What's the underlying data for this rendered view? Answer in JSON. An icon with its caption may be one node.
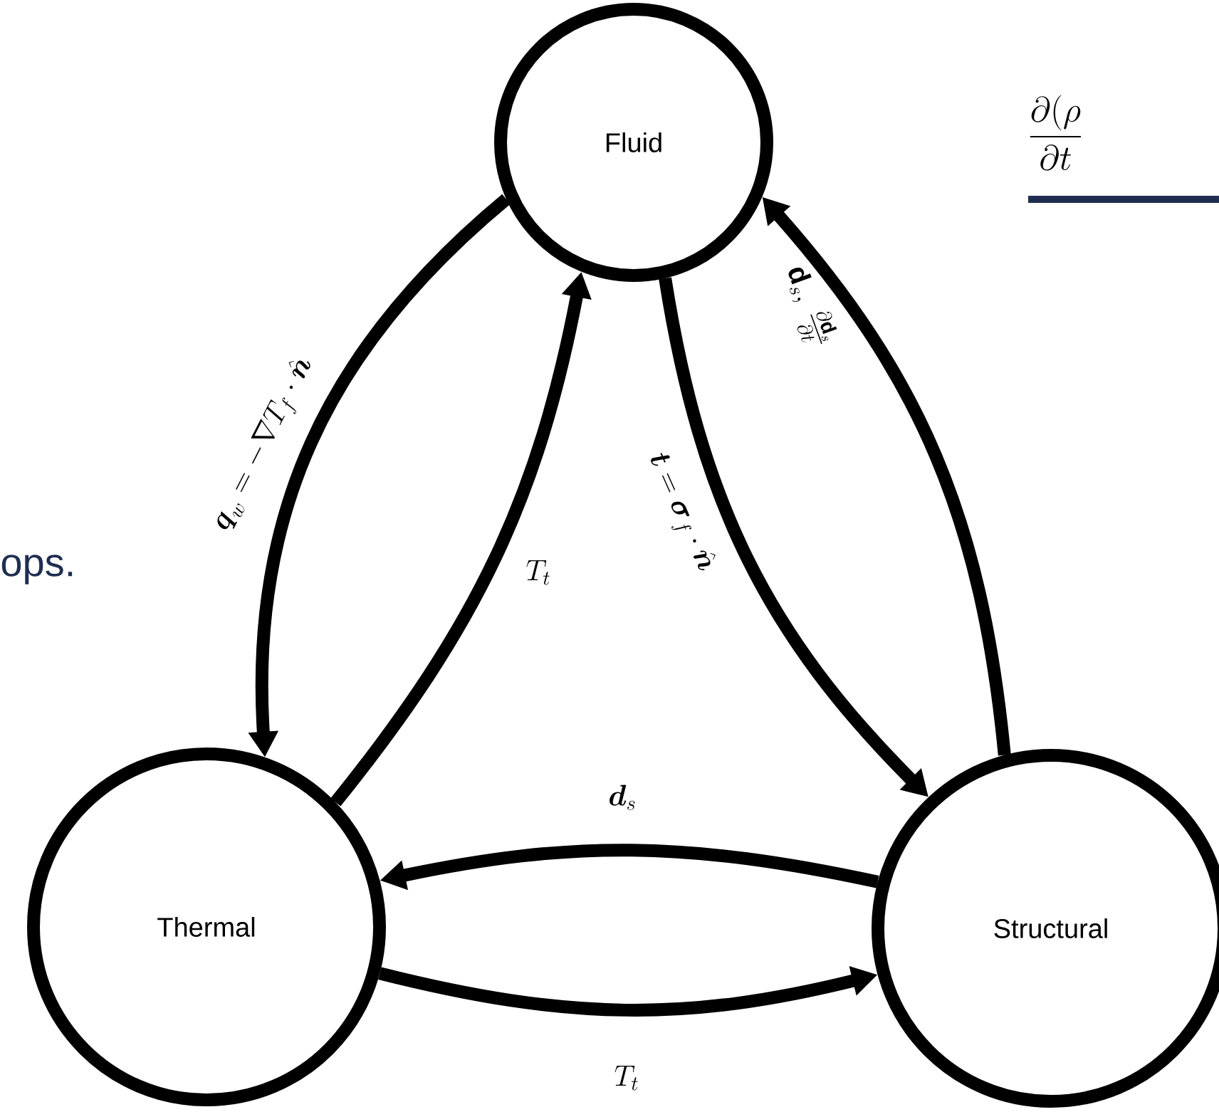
{
  "diagram": {
    "nodes": [
      {
        "text": [
          "Fluid"
        ]
      },
      {
        "text": [
          "Thermal"
        ]
      },
      {
        "text": [
          "Structural"
        ]
      }
    ],
    "edges": [
      {
        "from": 0,
        "to": 1,
        "arrow": "to",
        "label": "\\boldsymbol{q}_w = -\\nabla T_f \\cdot \\hat{\\boldsymbol{n}}"
      },
      {
        "from": 1,
        "to": 0,
        "arrow": "to",
        "label": "T_t"
      },
      {
        "from": 0,
        "to": 2,
        "arrow": "to",
        "label": "\\boldsymbol{t} = \\boldsymbol{\\sigma}_f \\cdot \\hat{\\boldsymbol{n}}"
      },
      {
        "from": 2,
        "to": 0,
        "arrow": "to",
        "label": "\\mathbf{d}_s,\\ \\frac{\\partial \\mathbf{d}_s}{\\partial t}"
      },
      {
        "from": 2,
        "to": 1,
        "arrow": "to",
        "label": "\\boldsymbol{d}_s"
      },
      {
        "from": 1,
        "to": 2,
        "arrow": "to",
        "label": "T_t"
      }
    ],
    "labels": [
      "\\frac{\\partial(\\rho}{\\partial t}",
      "ops."
    ]
  }
}
